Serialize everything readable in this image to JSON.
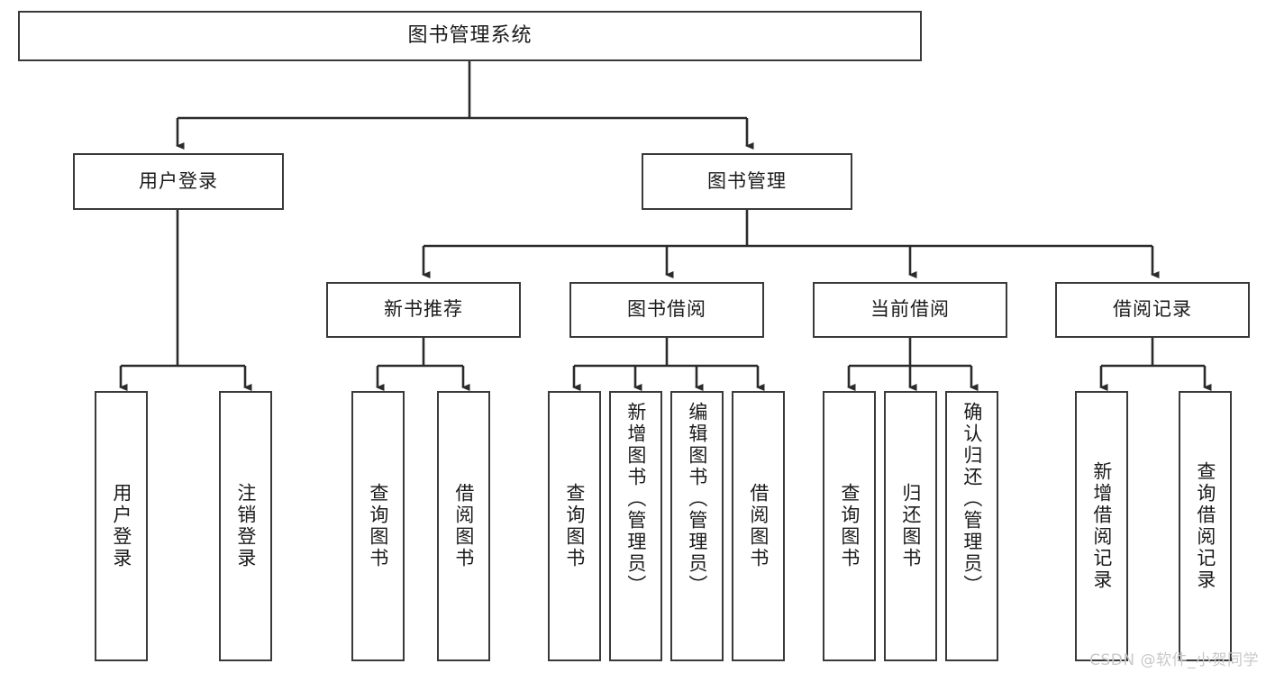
{
  "diagram": {
    "title": "图书管理系统",
    "type": "hierarchy-tree",
    "watermark": "CSDN @软件_小贺同学",
    "colors": {
      "box_border": "#3a3a3a",
      "box_fill": "#ffffff",
      "line": "#2b2b2b",
      "text": "#1b1b1b",
      "watermark": "#c9c9c9",
      "background": "#ffffff"
    },
    "root": {
      "label": "图书管理系统"
    },
    "level1": [
      {
        "label": "用户登录"
      },
      {
        "label": "图书管理"
      }
    ],
    "level2": [
      {
        "label": "新书推荐"
      },
      {
        "label": "图书借阅"
      },
      {
        "label": "当前借阅"
      },
      {
        "label": "借阅记录"
      }
    ],
    "leaves": {
      "user_login": [
        {
          "label": "用户登录"
        },
        {
          "label": "注销登录"
        }
      ],
      "new_book": [
        {
          "label": "查询图书"
        },
        {
          "label": "借阅图书"
        }
      ],
      "book_borrow": [
        {
          "label": "查询图书"
        },
        {
          "label": "新增图书（管理员）"
        },
        {
          "label": "编辑图书（管理员）"
        },
        {
          "label": "借阅图书"
        }
      ],
      "current_borrow": [
        {
          "label": "查询图书"
        },
        {
          "label": "归还图书"
        },
        {
          "label": "确认归还（管理员）"
        }
      ],
      "borrow_record": [
        {
          "label": "新增借阅记录"
        },
        {
          "label": "查询借阅记录"
        }
      ]
    }
  }
}
